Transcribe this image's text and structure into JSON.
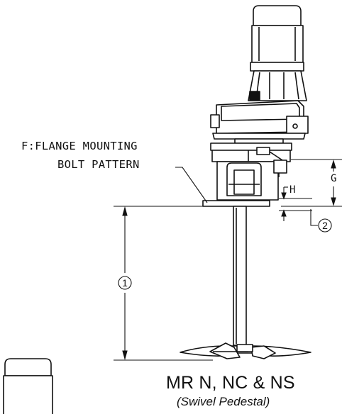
{
  "labels": {
    "flange_line1": "F:FLANGE MOUNTING",
    "flange_line2": "BOLT PATTERN",
    "dim_g": "G",
    "dim_h": "H",
    "callout_1": "1",
    "callout_2": "2"
  },
  "caption": {
    "title": "MR N, NC & NS",
    "subtitle": "(Swivel Pedestal)"
  }
}
